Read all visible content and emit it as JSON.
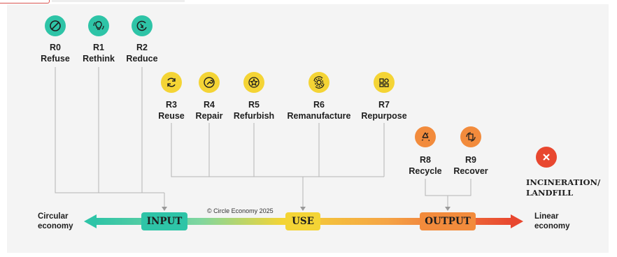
{
  "colors": {
    "refuse_group": "#2ec4a7",
    "use_group": "#f4d435",
    "output_group": "#f28b3c",
    "terminal": "#e8472f"
  },
  "strategies": [
    {
      "code": "R0",
      "name": "Refuse",
      "icon": "refuse-icon"
    },
    {
      "code": "R1",
      "name": "Rethink",
      "icon": "rethink-icon"
    },
    {
      "code": "R2",
      "name": "Reduce",
      "icon": "reduce-icon"
    },
    {
      "code": "R3",
      "name": "Reuse",
      "icon": "reuse-icon"
    },
    {
      "code": "R4",
      "name": "Repair",
      "icon": "repair-icon"
    },
    {
      "code": "R5",
      "name": "Refurbish",
      "icon": "refurbish-icon"
    },
    {
      "code": "R6",
      "name": "Remanufacture",
      "icon": "remanufacture-icon"
    },
    {
      "code": "R7",
      "name": "Repurpose",
      "icon": "repurpose-icon"
    },
    {
      "code": "R8",
      "name": "Recycle",
      "icon": "recycle-icon"
    },
    {
      "code": "R9",
      "name": "Recover",
      "icon": "recover-icon"
    }
  ],
  "terminal": {
    "line1": "INCINERATION/",
    "line2": "LANDFILL",
    "icon": "cross-icon"
  },
  "stages": {
    "input": "INPUT",
    "use": "USE",
    "output": "OUTPUT"
  },
  "axis": {
    "left_line1": "Circular",
    "left_line2": "economy",
    "right_line1": "Linear",
    "right_line2": "economy"
  },
  "copyright": "© Circle Economy 2025"
}
